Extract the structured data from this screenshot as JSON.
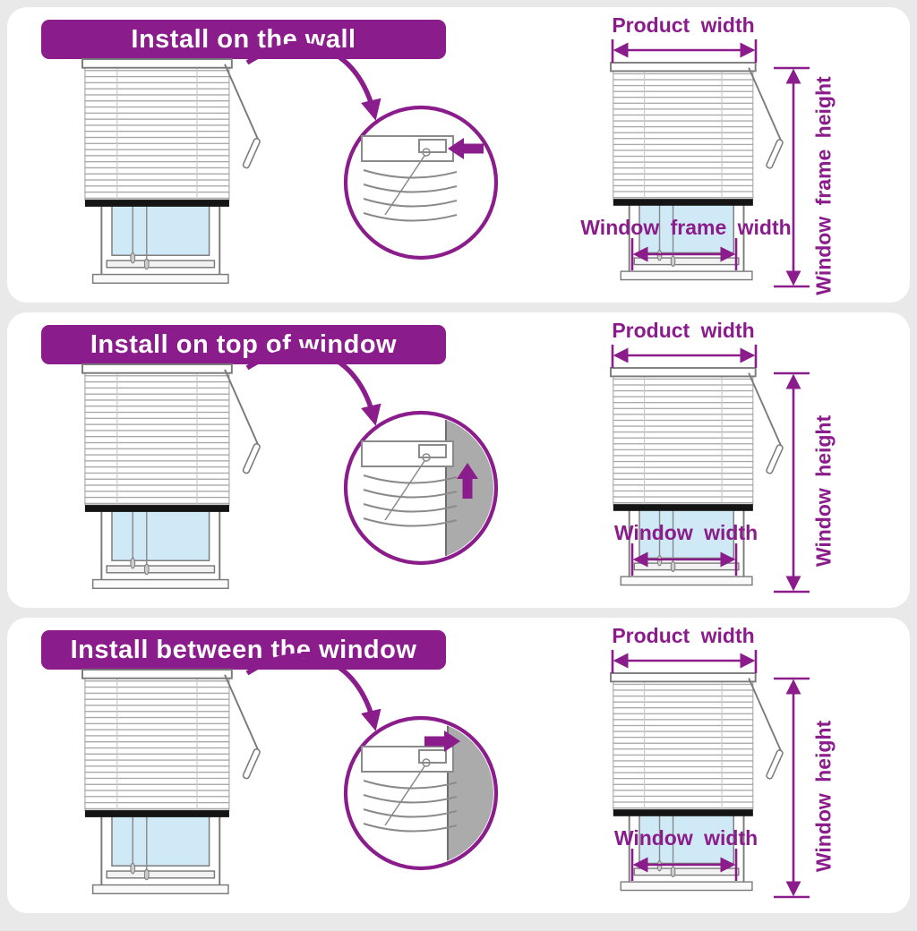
{
  "colors": {
    "accent": "#8b1c8b",
    "background": "#e9e9e9",
    "panel_background": "#ffffff",
    "window_glass": "#cfe9f6",
    "wall_gray": "#ababab",
    "bottom_rail": "#141414"
  },
  "panels": [
    {
      "title": "Install on the wall",
      "product_width_label": "Product width",
      "height_label": "Window frame height",
      "inner_width_label": "Window frame width",
      "detail_arrow_direction": "left"
    },
    {
      "title": "Install on top of window",
      "product_width_label": "Product width",
      "height_label": "Window height",
      "inner_width_label": "Window width",
      "detail_arrow_direction": "up"
    },
    {
      "title": "Install between the window",
      "product_width_label": "Product width",
      "height_label": "Window height",
      "inner_width_label": "Window width",
      "detail_arrow_direction": "right"
    }
  ]
}
